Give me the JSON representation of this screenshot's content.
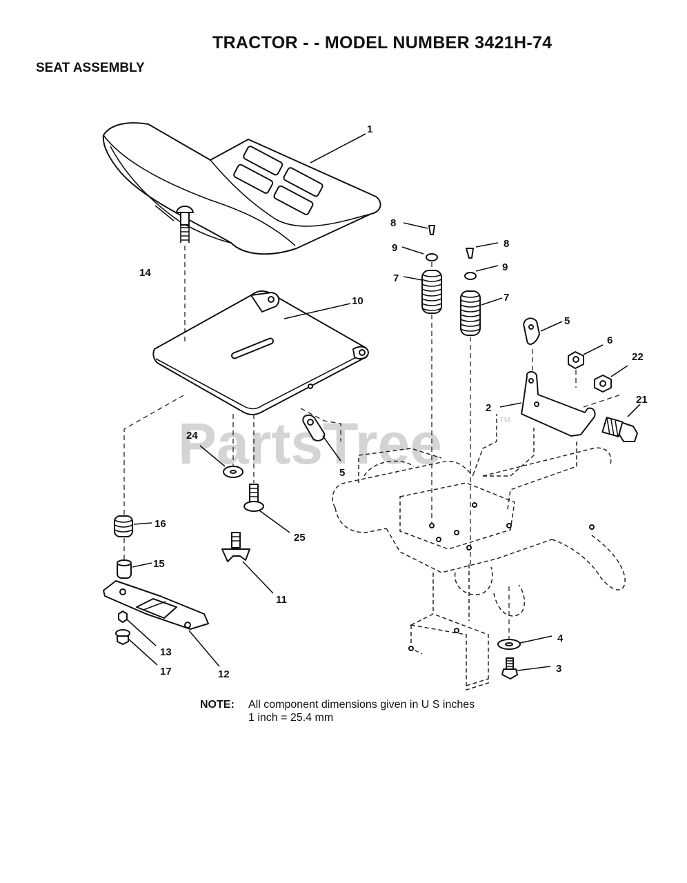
{
  "header": {
    "title": "TRACTOR - - MODEL NUMBER 3421H-74",
    "section": "SEAT ASSEMBLY"
  },
  "watermark": {
    "text": "PartsTree",
    "tm": "TM"
  },
  "callouts": {
    "c1": "1",
    "c2": "2",
    "c3": "3",
    "c4": "4",
    "c5a": "5",
    "c5b": "5",
    "c6": "6",
    "c7a": "7",
    "c7b": "7",
    "c8a": "8",
    "c8b": "8",
    "c9a": "9",
    "c9b": "9",
    "c10": "10",
    "c11": "11",
    "c12": "12",
    "c13": "13",
    "c14": "14",
    "c15": "15",
    "c16": "16",
    "c17": "17",
    "c21": "21",
    "c22": "22",
    "c24": "24",
    "c25": "25"
  },
  "note": {
    "label": "NOTE:",
    "line1": "All component dimensions given in U S  inches",
    "line2": "1 inch = 25.4 mm"
  }
}
